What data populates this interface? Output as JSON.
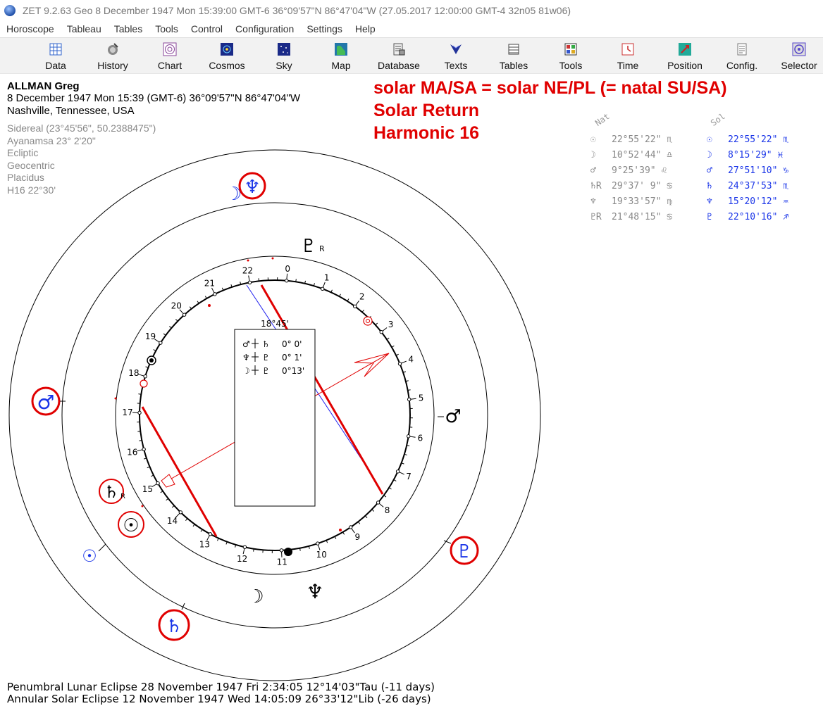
{
  "window": {
    "title": "ZET 9.2.63 Geo    8 December 1947  Mon  15:39:00 GMT-6 36°09'57\"N   86°47'04\"W  (27.05.2017  12:00:00 GMT-4 32n05 81w06)"
  },
  "menu": [
    "Horoscope",
    "Tableau",
    "Tables",
    "Tools",
    "Control",
    "Configuration",
    "Settings",
    "Help"
  ],
  "toolbar": [
    {
      "label": "Data",
      "icon": "data-icon",
      "color": "#3366cc"
    },
    {
      "label": "History",
      "icon": "history-icon",
      "color": "#666666"
    },
    {
      "label": "Chart",
      "icon": "chart-icon",
      "color": "#884499"
    },
    {
      "label": "Cosmos",
      "icon": "cosmos-icon",
      "color": "#2244aa"
    },
    {
      "label": "Sky",
      "icon": "sky-icon",
      "color": "#1a2a88"
    },
    {
      "label": "Map",
      "icon": "map-icon",
      "color": "#33aa55"
    },
    {
      "label": "Database",
      "icon": "database-icon",
      "color": "#555555"
    },
    {
      "label": "Texts",
      "icon": "texts-icon",
      "color": "#223399"
    },
    {
      "label": "Tables",
      "icon": "tables-icon",
      "color": "#444444"
    },
    {
      "label": "Tools",
      "icon": "tools-icon",
      "color": "#cc3333"
    },
    {
      "label": "Time",
      "icon": "time-icon",
      "color": "#cc3333"
    },
    {
      "label": "Position",
      "icon": "position-icon",
      "color": "#22aa99"
    },
    {
      "label": "Config.",
      "icon": "config-icon",
      "color": "#777777"
    },
    {
      "label": "Selector",
      "icon": "selector-icon",
      "color": "#5544cc"
    }
  ],
  "person": {
    "name": "ALLMAN Greg",
    "datetime": "8 December 1947  Mon  15:39 (GMT-6) 36°09'57\"N  86°47'04\"W",
    "place": "Nashville, Tennessee, USA"
  },
  "settings": [
    "Sidereal (23°45'56\", 50.2388475\")",
    "Ayanamsa 23° 2'20\"",
    "Ecliptic",
    "Geocentric",
    "Placidus",
    "H16  22°30'"
  ],
  "annotations": [
    "solar MA/SA = solar NE/PL (= natal SU/SA)",
    "Solar Return",
    "Harmonic 16"
  ],
  "table": {
    "nat_header": "Nat",
    "sol_header": "Sol",
    "rows": [
      {
        "nat_glyph": "☉",
        "nat_value": "22°55'22\" ♏",
        "sol_glyph": "☉",
        "sol_value": "22°55'22\" ♏"
      },
      {
        "nat_glyph": "☽",
        "nat_value": "10°52'44\" ♎",
        "sol_glyph": "☽",
        "sol_value": " 8°15'29\" ♓"
      },
      {
        "nat_glyph": "♂",
        "nat_value": " 9°25'39\" ♌",
        "sol_glyph": "♂",
        "sol_value": "27°51'10\" ♑"
      },
      {
        "nat_glyph": "♄R",
        "nat_value": "29°37' 9\" ♋",
        "sol_glyph": "♄",
        "sol_value": "24°37'53\" ♏"
      },
      {
        "nat_glyph": "♆",
        "nat_value": "19°33'57\" ♍",
        "sol_glyph": "♆",
        "sol_value": "15°20'12\" ♒"
      },
      {
        "nat_glyph": "♇R",
        "nat_value": "21°48'15\" ♋",
        "sol_glyph": "♇",
        "sol_value": "22°10'16\" ♐"
      }
    ]
  },
  "chart": {
    "center_degree": "18°45'",
    "aspects": [
      {
        "a": "♂",
        "b": "♄",
        "orb": "0° 0'"
      },
      {
        "a": "♆",
        "b": "♇",
        "orb": "0° 1'"
      },
      {
        "a": "☽",
        "b": "♇",
        "orb": "0°13'"
      }
    ],
    "dial_numbers": [
      "0",
      "1",
      "2",
      "3",
      "4",
      "5",
      "6",
      "7",
      "8",
      "9",
      "10",
      "11",
      "12",
      "13",
      "14",
      "15",
      "16",
      "17",
      "18",
      "19",
      "20",
      "21",
      "22"
    ],
    "planets": {
      "solar_neptune": "♆",
      "solar_moon": "☽",
      "solar_mars": "♂",
      "solar_saturn": "♄",
      "solar_sun": "☉",
      "solar_pluto": "♇",
      "natal_pluto": "♇",
      "natal_mars": "♂",
      "natal_saturn": "♄",
      "natal_sun": "☉",
      "natal_moon": "☽",
      "natal_neptune": "♆",
      "retrograde": "R"
    },
    "colors": {
      "solar": "#1a35e8",
      "highlight": "#e00000",
      "natal": "#000000"
    }
  },
  "eclipses": [
    "Penumbral Lunar Eclipse 28 November 1947 Fri  2:34:05 12°14'03\"Tau (-11 days)",
    "Annular Solar Eclipse 12 November 1947 Wed 14:05:09 26°33'12\"Lib (-26 days)"
  ]
}
